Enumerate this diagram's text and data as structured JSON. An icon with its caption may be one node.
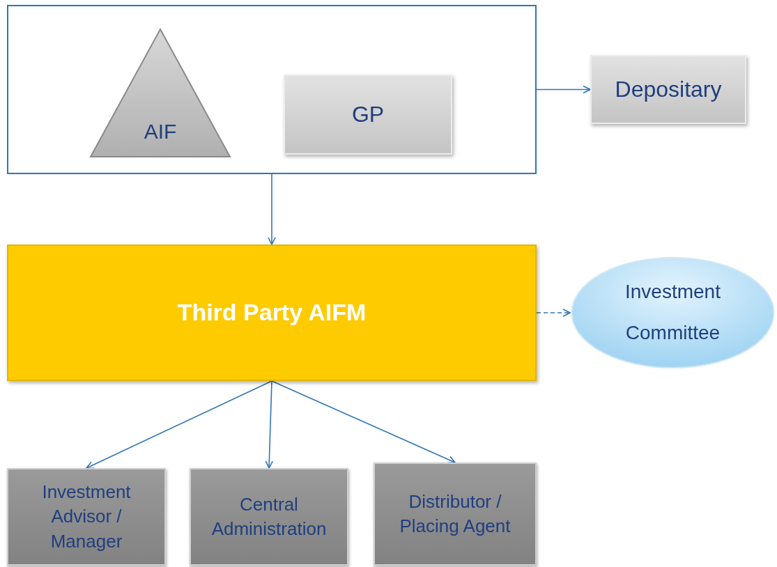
{
  "diagram": {
    "nodes": [
      {
        "text": [],
        "shape": "box"
      },
      {
        "text": [
          "AIF"
        ],
        "in": 0
      },
      {
        "text": [
          "GP"
        ],
        "in": 0
      },
      {
        "text": [
          "Depositary"
        ]
      },
      {
        "text": [
          "Third Party AIFM"
        ]
      },
      {
        "text": [
          "Investment Committee"
        ]
      },
      {
        "text": [
          "Investment Advisor / Manager"
        ]
      },
      {
        "text": [
          "Central Administration"
        ]
      },
      {
        "text": [
          "Distributor / Placing Agent"
        ]
      }
    ],
    "edges": [
      {
        "from": 0,
        "to": 3,
        "arrow": "to"
      },
      {
        "from": 0,
        "to": 4,
        "arrow": "to"
      },
      {
        "from": 4,
        "to": 5,
        "arrow": "to",
        "style": "dashed"
      },
      {
        "from": 4,
        "to": 6,
        "arrow": "to"
      },
      {
        "from": 4,
        "to": 7,
        "arrow": "to"
      },
      {
        "from": 4,
        "to": 8,
        "arrow": "to"
      }
    ]
  }
}
